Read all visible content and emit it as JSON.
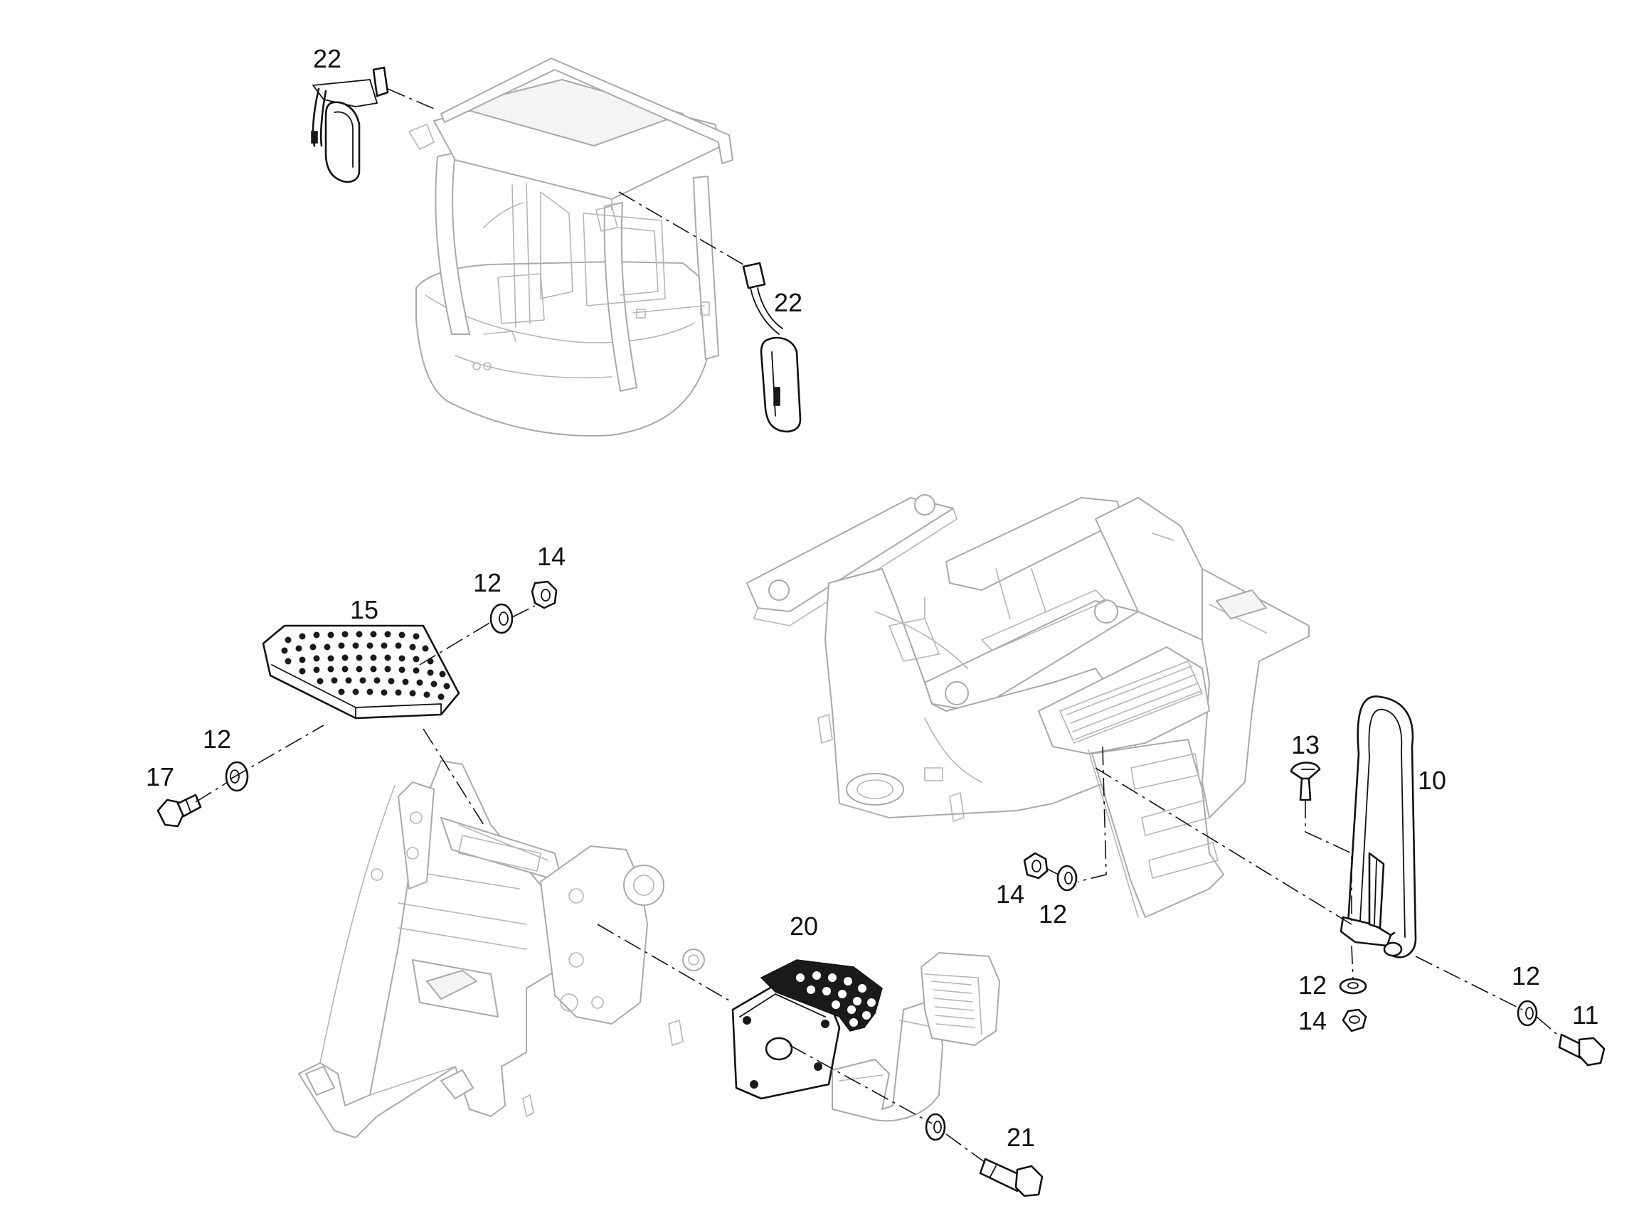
{
  "callouts": {
    "mirror_left": "22",
    "mirror_right": "22",
    "washer_step_nut": "12",
    "nut_step": "14",
    "step_plate": "15",
    "washer_step_bolt": "12",
    "bolt_step": "17",
    "screw_handrail_top": "13",
    "handrail": "10",
    "nut_ladder": "14",
    "washer_ladder": "12",
    "bracket_plate": "20",
    "washer_handrail_lower": "12",
    "nut_handrail_lower": "14",
    "washer_handrail_side": "12",
    "bolt_handrail_side": "11",
    "bolt_lamp_bracket": "21"
  }
}
